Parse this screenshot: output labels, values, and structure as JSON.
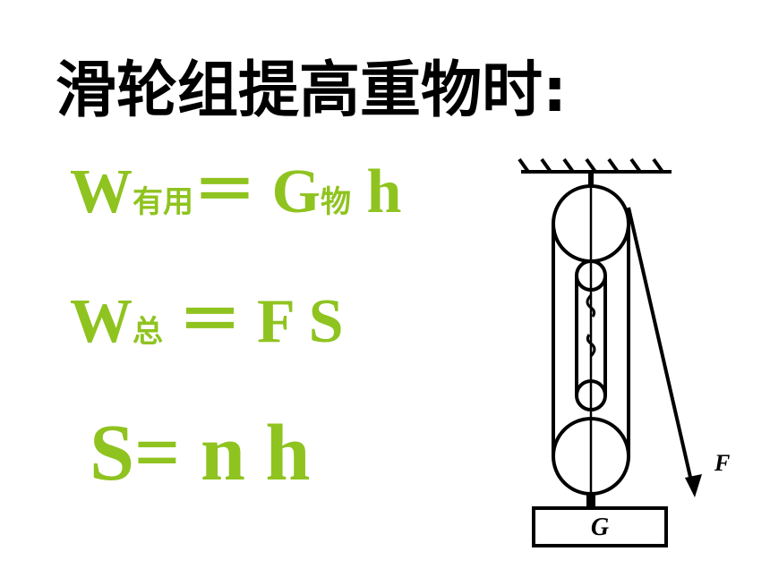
{
  "title": "滑轮组提高重物时:",
  "formulas": {
    "useful": {
      "main": "W",
      "sub": "有用",
      "eq": "＝ ",
      "G": "G",
      "G_sub": "物",
      "h": " h"
    },
    "total": {
      "main": "W",
      "sub": "总",
      "eq": "  ＝ F  S"
    },
    "distance": {
      "text": "S=  n h"
    }
  },
  "diagram": {
    "force_label": "F",
    "weight_label": "G"
  }
}
